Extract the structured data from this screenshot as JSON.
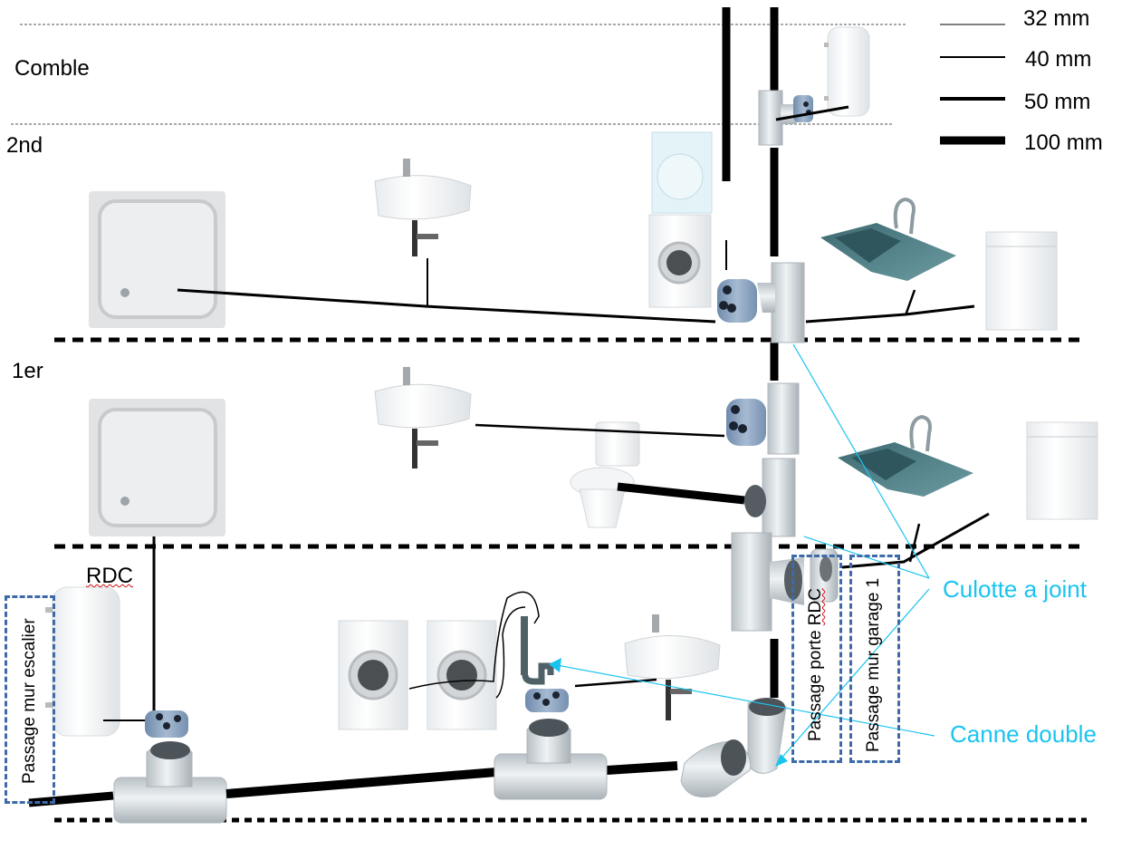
{
  "floors": {
    "comble": "Comble",
    "second": "2nd",
    "first": "1er",
    "ground": "RDC"
  },
  "legend": [
    {
      "label": "32 mm",
      "diameter_mm": 32
    },
    {
      "label": "40 mm",
      "diameter_mm": 40
    },
    {
      "label": "50 mm",
      "diameter_mm": 50
    },
    {
      "label": "100 mm",
      "diameter_mm": 100
    }
  ],
  "passages": {
    "escalier": "Passage mur escalier",
    "porte_rdc_prefix": "Passage porte ",
    "porte_rdc_suffix": "RDC",
    "garage": "Passage mur garage 1"
  },
  "annotations": {
    "culotte": "Culotte a joint",
    "canne": "Canne double"
  },
  "colors": {
    "annotation": "#1ac4ef",
    "passage_box": "#3d6aa8",
    "pipe": "#000000",
    "pvc": "#cfd6da",
    "collector": "#8fa8c4",
    "sink": "#4f7f86"
  },
  "fixtures": {
    "comble": [
      "water heater",
      "tee + collector"
    ],
    "second": [
      "shower tray",
      "wash basin",
      "dryer",
      "washing machine",
      "collector",
      "tee",
      "kitchen sink",
      "dishwasher"
    ],
    "first": [
      "shower tray",
      "wash basin",
      "toilet",
      "collector",
      "tee",
      "tee",
      "kitchen sink",
      "dishwasher"
    ],
    "ground": [
      "water heater",
      "collector",
      "tee",
      "washing machine",
      "washing machine",
      "double trap",
      "collector",
      "tee",
      "wash basin",
      "tee",
      "elbow",
      "reducer"
    ]
  }
}
